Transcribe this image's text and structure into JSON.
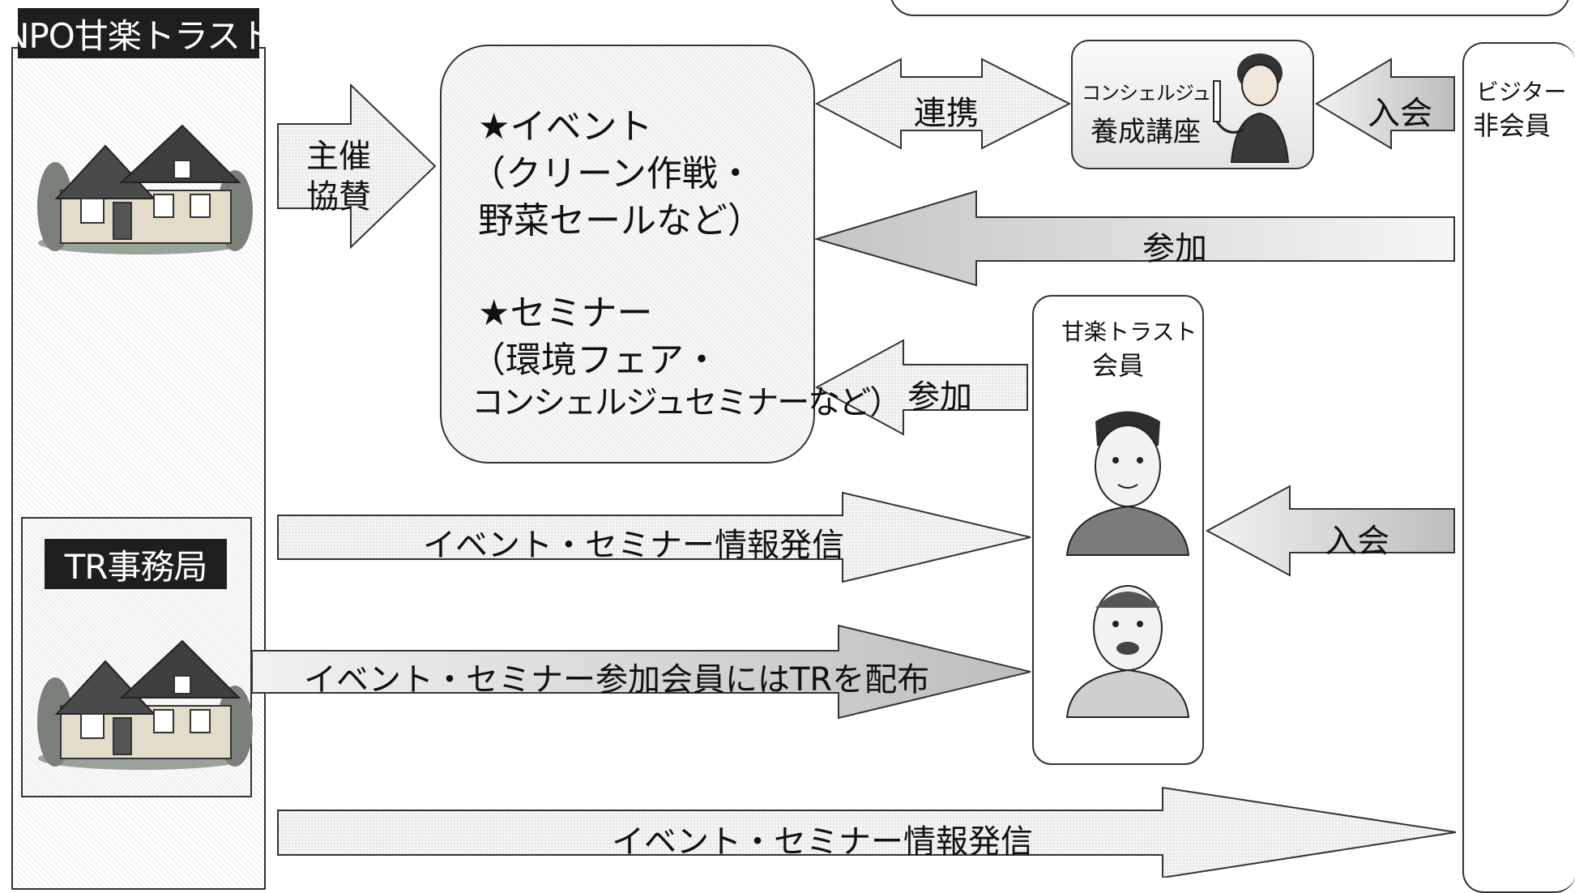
{
  "npo": {
    "label": "NPO甘楽トラスト"
  },
  "tr_office": {
    "label": "TR事務局"
  },
  "sponsor": {
    "line1": "主催",
    "line2": "協賛"
  },
  "events_box": {
    "event_title": "★イベント",
    "event_detail1": "（クリーン作戦・",
    "event_detail2": "野菜セールなど）",
    "seminar_title": "★セミナー",
    "seminar_detail1": "（環境フェア・",
    "seminar_detail2": "コンシェルジュセミナーなど）"
  },
  "cooperation_label": "連携",
  "concierge": {
    "line1": "コンシェルジュ",
    "line2": "養成講座"
  },
  "join_top_label": "入会",
  "visitor": {
    "line1": "ビジター",
    "line2": "非会員"
  },
  "participate_top_label": "参加",
  "participate_member_label": "参加",
  "member_box": {
    "line1": "甘楽トラスト",
    "line2": "会員"
  },
  "join_member_label": "入会",
  "info_to_members_label": "イベント・セミナー情報発信",
  "tr_distribution_label": "イベント・セミナー参加会員にはTRを配布",
  "info_to_visitors_label": "イベント・セミナー情報発信"
}
